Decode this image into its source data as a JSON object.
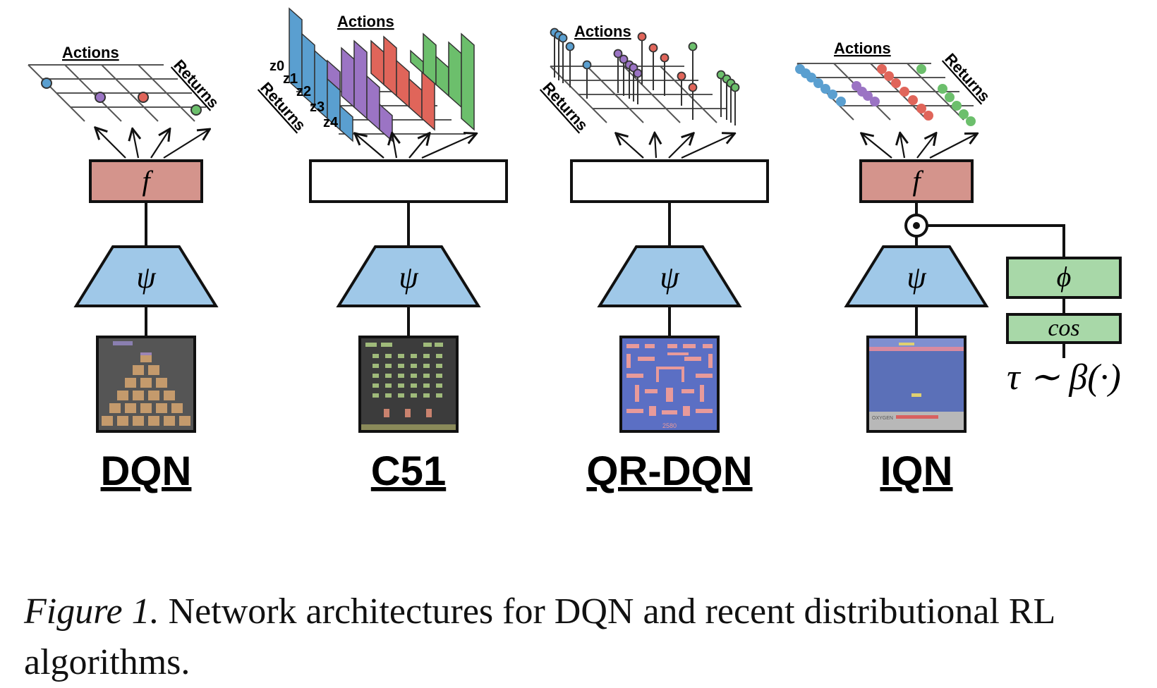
{
  "figure": {
    "panels": [
      {
        "id": "dqn",
        "name": "DQN",
        "head_symbol": "f",
        "encoder_symbol": "ψ",
        "axis_actions": "Actions",
        "axis_returns": "Returns",
        "game": "Q*bert"
      },
      {
        "id": "c51",
        "name": "C51",
        "head_symbol": "",
        "encoder_symbol": "ψ",
        "axis_actions": "Actions",
        "axis_returns": "Returns",
        "atoms": [
          "z0",
          "z1",
          "z2",
          "z3",
          "z4"
        ],
        "game": "Space Invaders"
      },
      {
        "id": "qrdqn",
        "name": "QR-DQN",
        "head_symbol": "",
        "encoder_symbol": "ψ",
        "axis_actions": "Actions",
        "axis_returns": "Returns",
        "game": "Ms. Pac-Man",
        "game_score": "2580"
      },
      {
        "id": "iqn",
        "name": "IQN",
        "head_symbol": "f",
        "encoder_symbol": "ψ",
        "axis_actions": "Actions",
        "axis_returns": "Returns",
        "game": "Seaquest",
        "game_oxygen": "OXYGEN"
      }
    ],
    "iqn_extra": {
      "product_symbol": "⊙",
      "phi_symbol": "ϕ",
      "cos_label": "cos",
      "tau_label": "τ ∼ β(·)"
    },
    "colors": {
      "head_fill": "#d4948c",
      "encoder_fill": "#9fc8e8",
      "phi_fill": "#a8d8a8",
      "blue": "#5a9fd0",
      "purple": "#9b74c4",
      "red": "#e0655a",
      "green": "#6cbf6c"
    }
  },
  "caption": {
    "label": "Figure 1.",
    "text": " Network architectures for DQN and recent distributional RL algorithms."
  }
}
